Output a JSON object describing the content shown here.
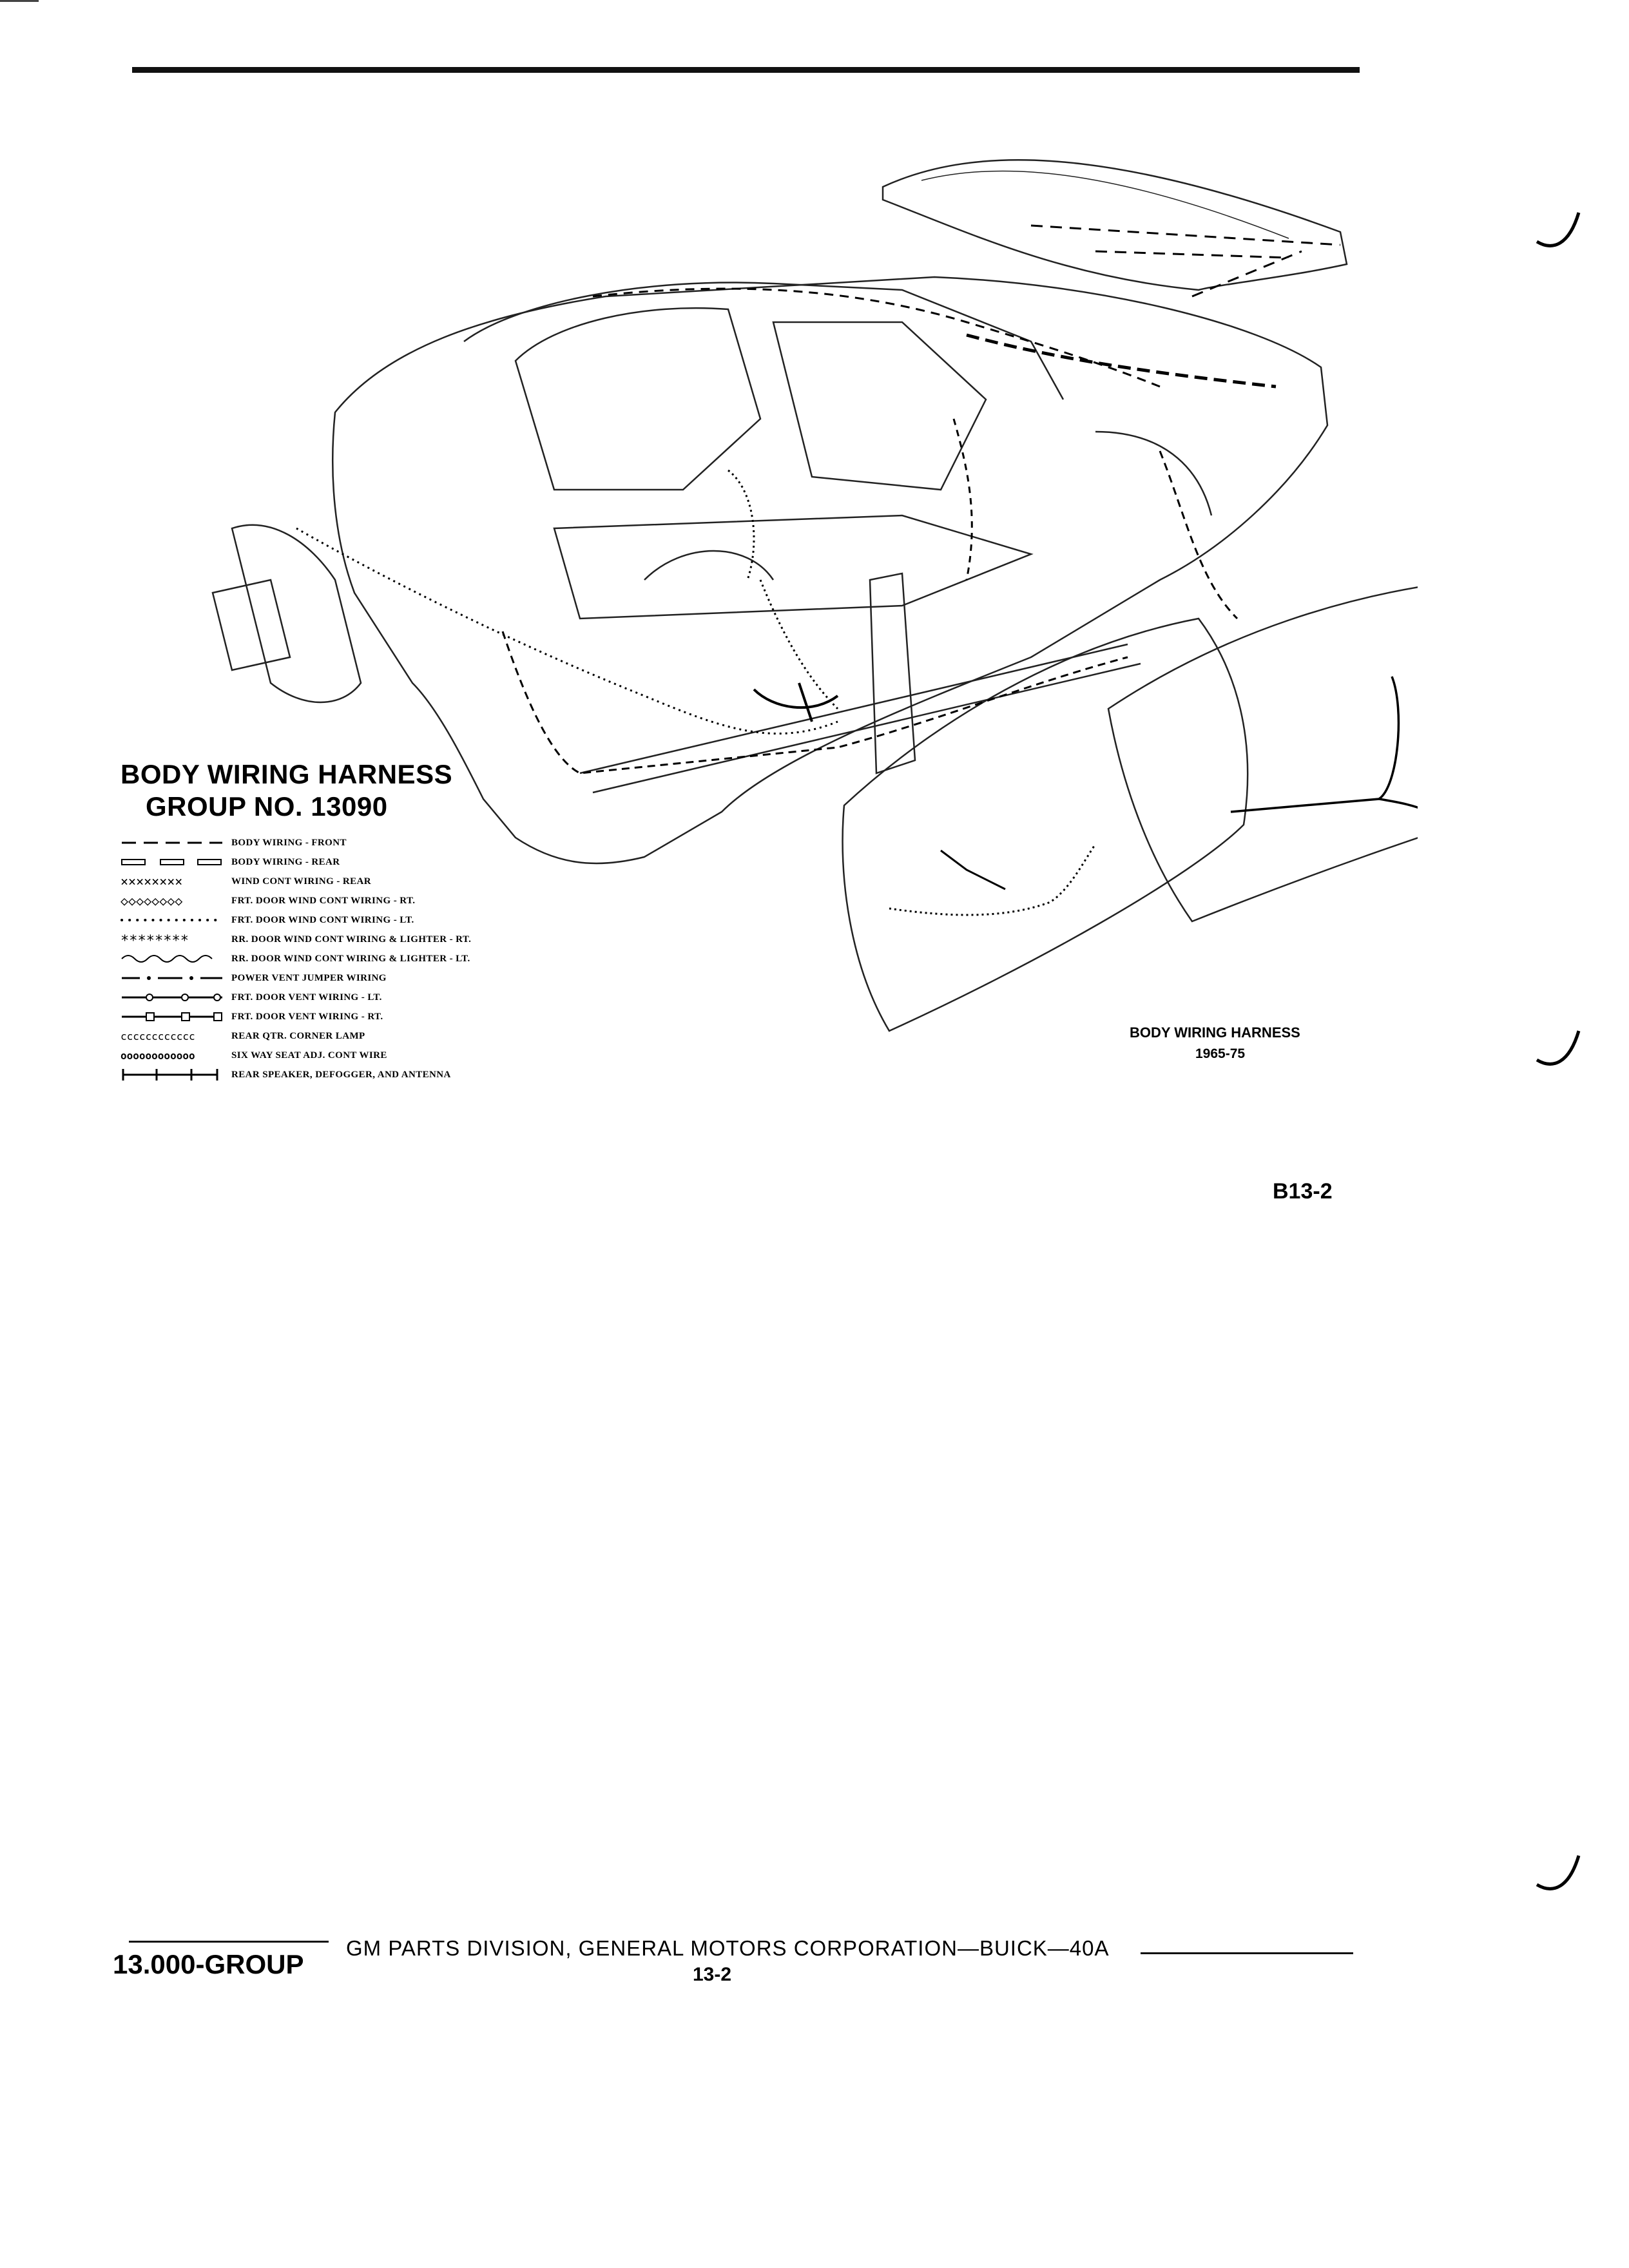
{
  "heading": {
    "title_line1": "BODY WIRING HARNESS",
    "title_line2": "GROUP NO. 13090"
  },
  "legend": [
    {
      "symbol": "dash",
      "label": "BODY WIRING - FRONT"
    },
    {
      "symbol": "double-dash",
      "label": "BODY WIRING - REAR"
    },
    {
      "symbol": "x-marks",
      "label": "WIND CONT WIRING - REAR"
    },
    {
      "symbol": "diamond-chain",
      "label": "FRT. DOOR WIND CONT WIRING - RT."
    },
    {
      "symbol": "dots",
      "label": "FRT. DOOR WIND CONT WIRING - LT."
    },
    {
      "symbol": "stars",
      "label": "RR. DOOR WIND CONT WIRING & LIGHTER - RT."
    },
    {
      "symbol": "loop-chain",
      "label": "RR. DOOR WIND CONT WIRING & LIGHTER - LT."
    },
    {
      "symbol": "dash-dot",
      "label": "POWER VENT JUMPER WIRING"
    },
    {
      "symbol": "dash-circle",
      "label": "FRT. DOOR VENT WIRING - LT."
    },
    {
      "symbol": "dash-square",
      "label": "FRT. DOOR VENT WIRING - RT."
    },
    {
      "symbol": "c-chain",
      "label": "REAR QTR. CORNER LAMP"
    },
    {
      "symbol": "o-chain",
      "label": "SIX WAY SEAT ADJ. CONT WIRE"
    },
    {
      "symbol": "bar-dash",
      "label": "REAR SPEAKER, DEFOGGER, AND ANTENNA"
    }
  ],
  "caption": {
    "line1": "BODY WIRING HARNESS",
    "line2": "1965-75"
  },
  "page_ref": "B13-2",
  "footer": {
    "group": "13.000-GROUP",
    "publisher": "GM PARTS DIVISION, GENERAL MOTORS CORPORATION—BUICK—40A",
    "page_number": "13-2"
  },
  "icons": [
    "car-body-wiring-drawing",
    "door-panel-drawing",
    "rear-deck-lid-drawing",
    "binder-tick-icon"
  ]
}
